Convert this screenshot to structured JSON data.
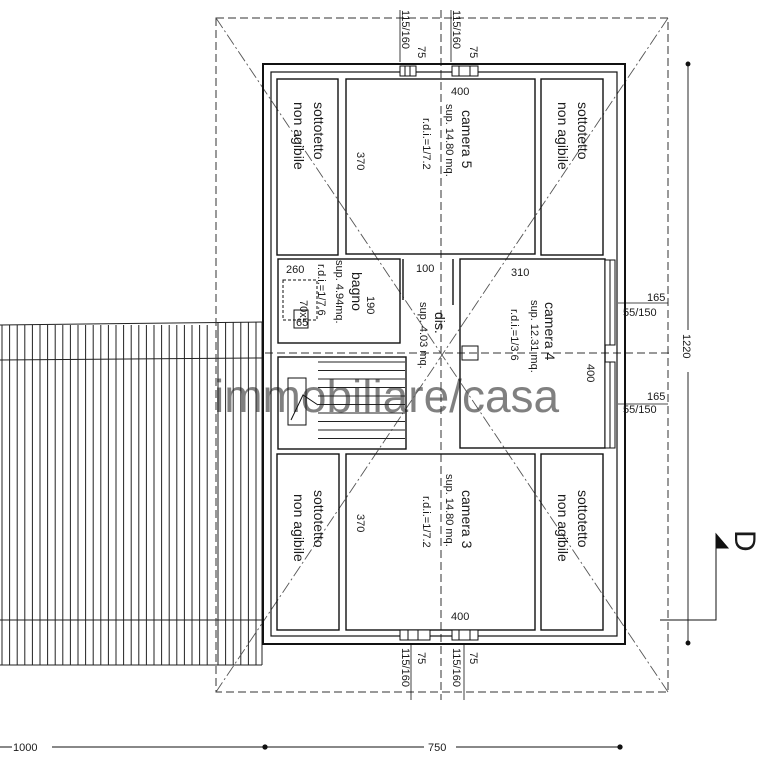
{
  "watermark": "immobiliare/casa",
  "rooms": {
    "camera5": {
      "name": "camera 5",
      "area": "sup. 14.80 mq.",
      "rdi": "r.d.i.=1/7.2",
      "width": "400",
      "depth": "370"
    },
    "camera4": {
      "name": "camera 4",
      "area": "sup. 12.31 mq.",
      "rdi": "r.d.i.=1/3.6",
      "width": "310",
      "depth": "400"
    },
    "camera3": {
      "name": "camera 3",
      "area": "sup. 14.80 mq.",
      "rdi": "r.d.i.=1/7.2",
      "width": "400",
      "depth": "370"
    },
    "bagno": {
      "name": "bagno",
      "area": "sup. 4.94mq.",
      "rdi": "r.d.i.=1/7.6",
      "width": "260",
      "depth": "190",
      "fixture_a": "70x",
      "fixture_b": "65"
    },
    "dis": {
      "name": "dis.",
      "area": "sup. 4.03 mq.",
      "width": "100"
    },
    "sottotetto_label": [
      "sottotetto",
      "non agibile"
    ]
  },
  "windows": {
    "top": "115/160",
    "top_width": "75",
    "bottom": "115/160",
    "bottom_width": "75",
    "right_upper_a": "165",
    "right_upper_b": "55/150",
    "right_lower_a": "165",
    "right_lower_b": "55/150"
  },
  "dimensions": {
    "overall_height": "1220",
    "bottom_left": "1000",
    "bottom_right": "750"
  },
  "section_mark": "D"
}
